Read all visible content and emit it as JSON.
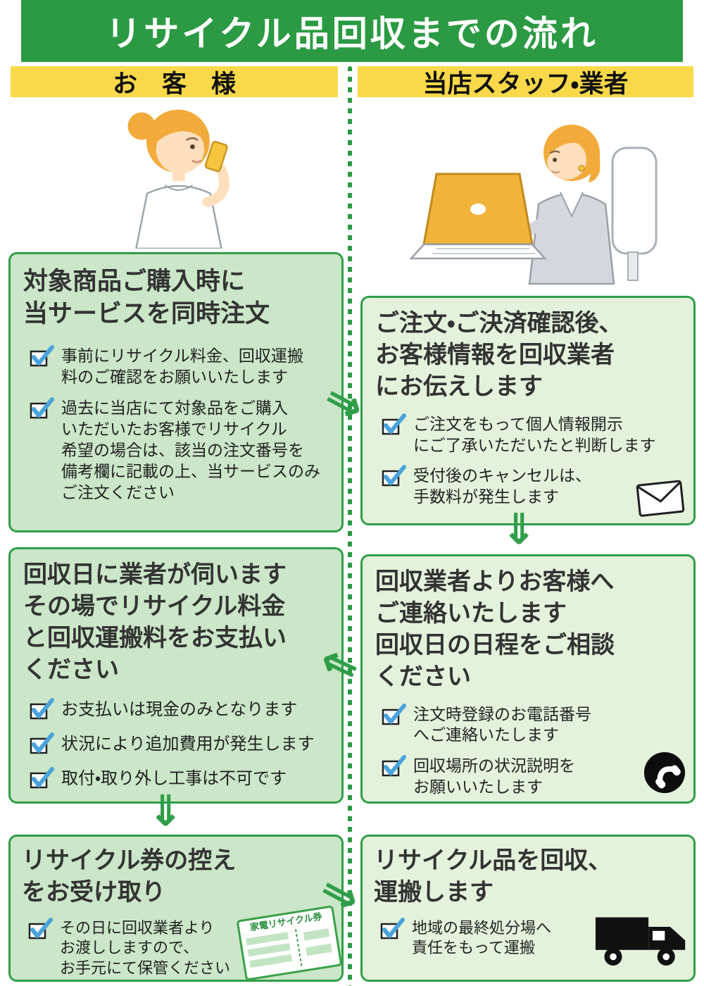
{
  "title": "リサイクル品回収までの流れ",
  "columns": {
    "left_header": "お　客　様",
    "right_header": "当店スタッフ・業者"
  },
  "left": {
    "step1": {
      "title": "対象商品ご購入時に\n当サービスを同時注文",
      "items": [
        "事前にリサイクル料金、回収運搬\n料のご確認をお願いいたします",
        "過去に当店にて対象品をご購入\nいただいたお客様でリサイクル\n希望の場合は、該当の注文番号を\n備考欄に記載の上、当サービスのみ\nご注文ください"
      ]
    },
    "step2": {
      "title": "回収日に業者が伺います\nその場でリサイクル料金\nと回収運搬料をお支払い\nください",
      "items": [
        "お支払いは現金のみとなります",
        "状況により追加費用が発生します",
        "取付・取り外し工事は不可です"
      ]
    },
    "step3": {
      "title": "リサイクル券の控え\nをお受け取り",
      "items": [
        "その日に回収業者より\nお渡ししますので、\nお手元にて保管ください"
      ],
      "ticket_label": "家電リサイクル券"
    }
  },
  "right": {
    "step1": {
      "title": "ご注文・ご決済確認後、\nお客様情報を回収業者\nにお伝えします",
      "items": [
        "ご注文をもって個人情報開示\nにご了承いただいたと判断します",
        "受付後のキャンセルは、\n手数料が発生します"
      ],
      "icon": "envelope-icon"
    },
    "step2": {
      "title": "回収業者よりお客様へ\nご連絡いたします\n回収日の日程をご相談\nください",
      "items": [
        "注文時登録のお電話番号\nへご連絡いたします",
        "回収場所の状況説明を\nお願いいたします"
      ],
      "icon": "phone-icon"
    },
    "step3": {
      "title": "リサイクル品を回収、\n運搬します",
      "items": [
        "地域の最終処分場へ\n責任をもって運搬"
      ],
      "icon": "truck-icon"
    }
  },
  "arrows": {
    "to_staff_1": "⇒",
    "staff_down": "⇓",
    "to_customer": "⇐",
    "customer_down": "⇓",
    "to_staff_2": "⇒"
  },
  "colors": {
    "header_green": "#2b9a43",
    "accent_yellow": "#f9d94a",
    "left_box_bg": "#cbe6c8",
    "right_box_bg": "#e4f2dc",
    "box_border": "#2f9e48",
    "check_blue": "#4aa3dc",
    "arrow_green": "#2f9e48"
  }
}
